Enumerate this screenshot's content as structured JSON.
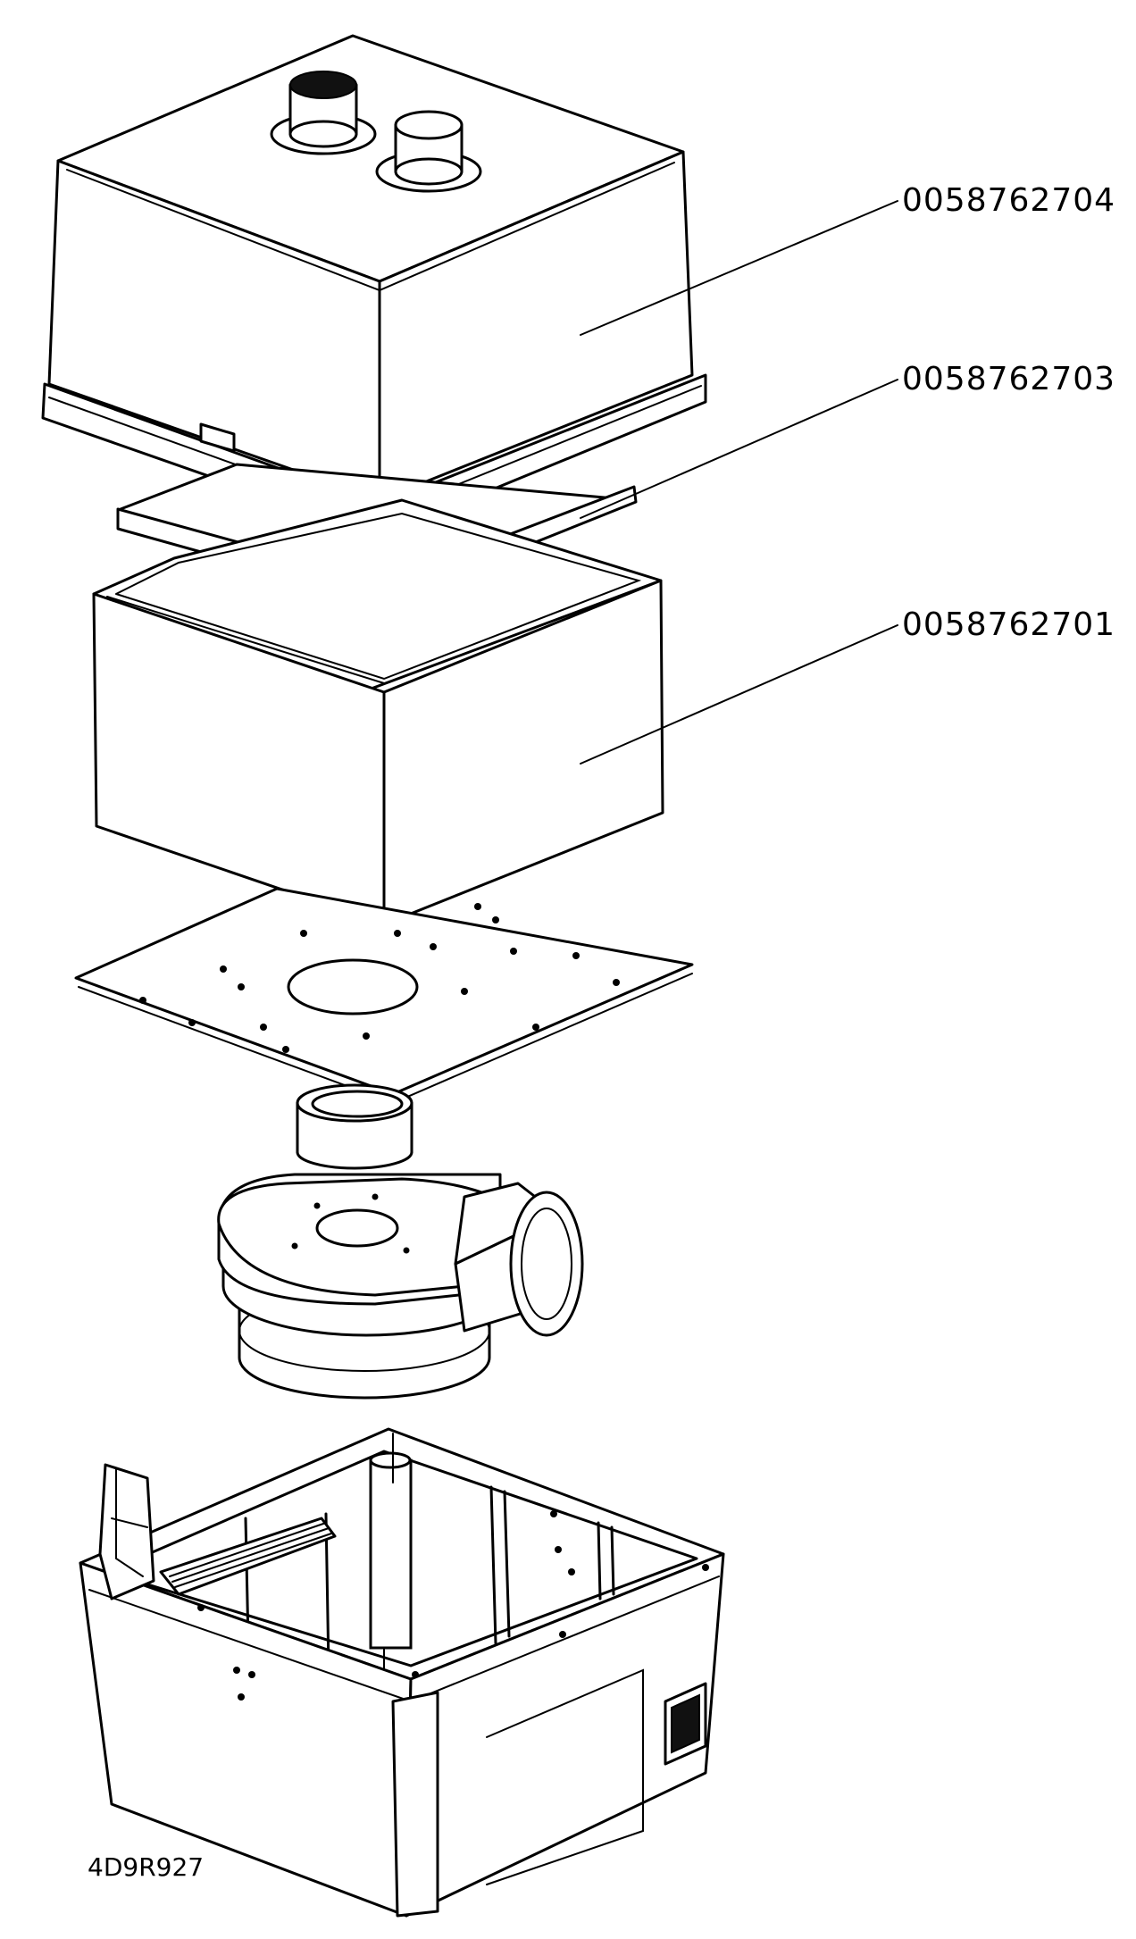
{
  "diagram": {
    "part_labels": [
      {
        "id": "cover",
        "text": "0058762704"
      },
      {
        "id": "filter",
        "text": "0058762703"
      },
      {
        "id": "frame",
        "text": "0058762701"
      }
    ],
    "drawing_id": "4D9R927"
  }
}
